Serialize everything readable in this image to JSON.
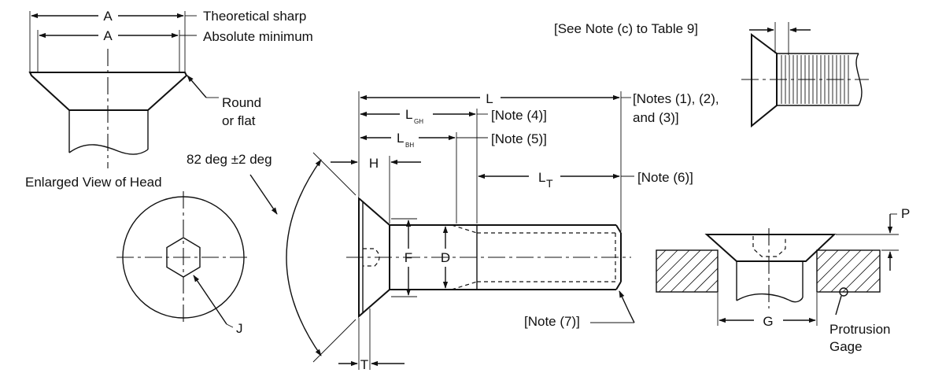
{
  "labels": {
    "a_theoretical": "A",
    "a_absolute": "A",
    "theoretical_sharp": "Theoretical sharp",
    "absolute_minimum": "Absolute minimum",
    "round_line1": "Round",
    "round_line2": "or flat",
    "enlarged_view": "Enlarged View of Head",
    "see_note": "[See Note (c) to Table 9]",
    "angle": "82 deg ±2 deg",
    "h": "H",
    "l": "L",
    "l_gh": "L",
    "l_gh_sub": "GH",
    "l_bh": "L",
    "l_bh_sub": "BH",
    "lt": "L",
    "lt_sub": "T",
    "f": "F",
    "d": "D",
    "t": "T",
    "j": "J",
    "p": "P",
    "g": "G",
    "notes_123_line1": "[Notes (1), (2),",
    "notes_123_line2": "and (3)]",
    "note4": "[Note (4)]",
    "note5": "[Note (5)]",
    "note6": "[Note (6)]",
    "note7": "[Note (7)]",
    "protrusion": "Protrusion",
    "gage": "Gage"
  }
}
